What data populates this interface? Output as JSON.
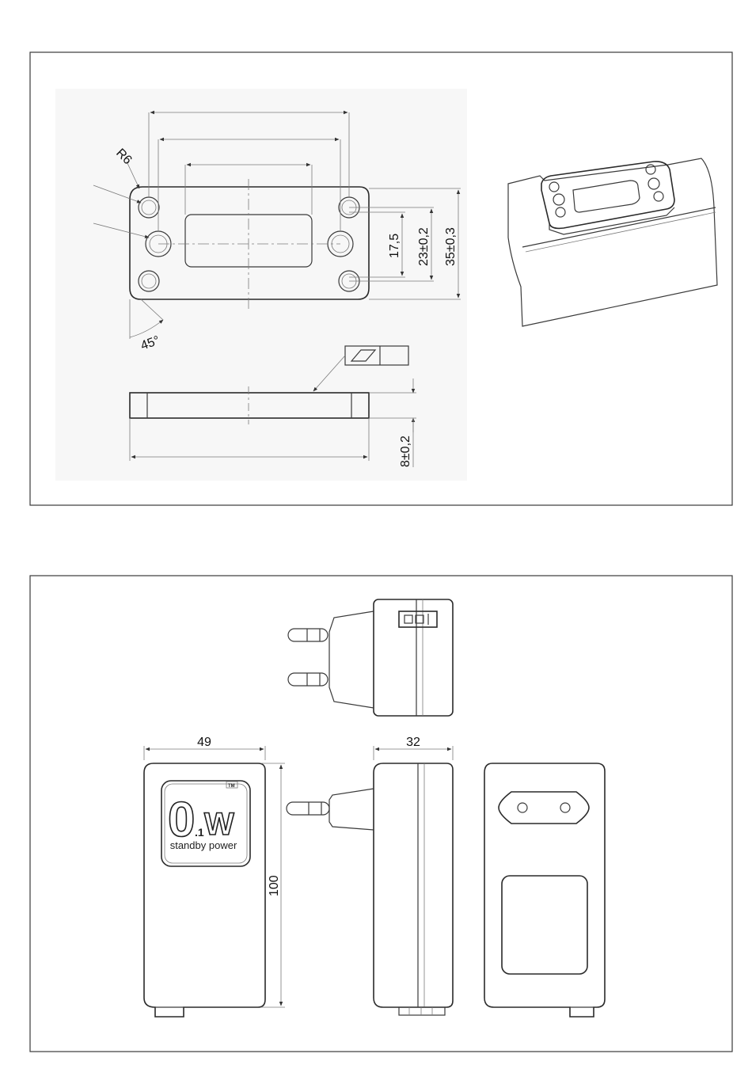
{
  "top_panel": {
    "labels": {
      "radius": "R6",
      "angle": "45°",
      "dim_inner": "17,5",
      "dim_mid": "23±0,2",
      "dim_outer": "35±0,3",
      "dim_thickness": "8±0,2"
    }
  },
  "bottom_panel": {
    "labels": {
      "width": "49",
      "depth": "32",
      "height": "100"
    },
    "logo": {
      "big": "0",
      "sub": ".1",
      "unit": "W",
      "tm": "TM",
      "caption": "standby power"
    }
  }
}
